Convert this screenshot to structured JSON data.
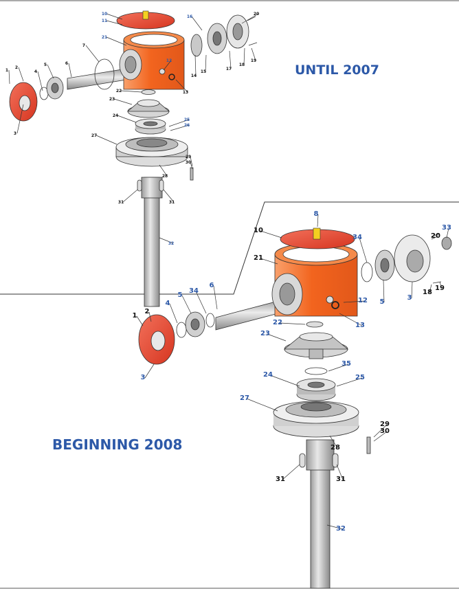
{
  "sections": {
    "until": {
      "title": "UNTIL 2007"
    },
    "beginning": {
      "title": "BEGINNING  2008"
    }
  },
  "colors": {
    "housing_orange": "#f2641e",
    "cover_red": "#e8402a",
    "metal_grey": "#c9c9c9",
    "title_blue": "#2d59a8",
    "fitting_yellow": "#f4d020"
  },
  "labels_top": [
    "1",
    "2",
    "3",
    "4",
    "5",
    "6",
    "7",
    "10",
    "11",
    "16",
    "20",
    "21",
    "12",
    "14",
    "15",
    "17",
    "18",
    "19",
    "13",
    "22",
    "23",
    "24",
    "25",
    "26",
    "27",
    "28",
    "29",
    "30",
    "31",
    "31",
    "32"
  ],
  "labels_bottom": [
    "8",
    "10",
    "34",
    "33",
    "21",
    "20",
    "12",
    "13",
    "5",
    "3",
    "18",
    "19",
    "4",
    "5",
    "34",
    "6",
    "1",
    "2",
    "22",
    "23",
    "35",
    "24",
    "25",
    "27",
    "28",
    "29",
    "30",
    "31",
    "31",
    "32",
    "3"
  ]
}
